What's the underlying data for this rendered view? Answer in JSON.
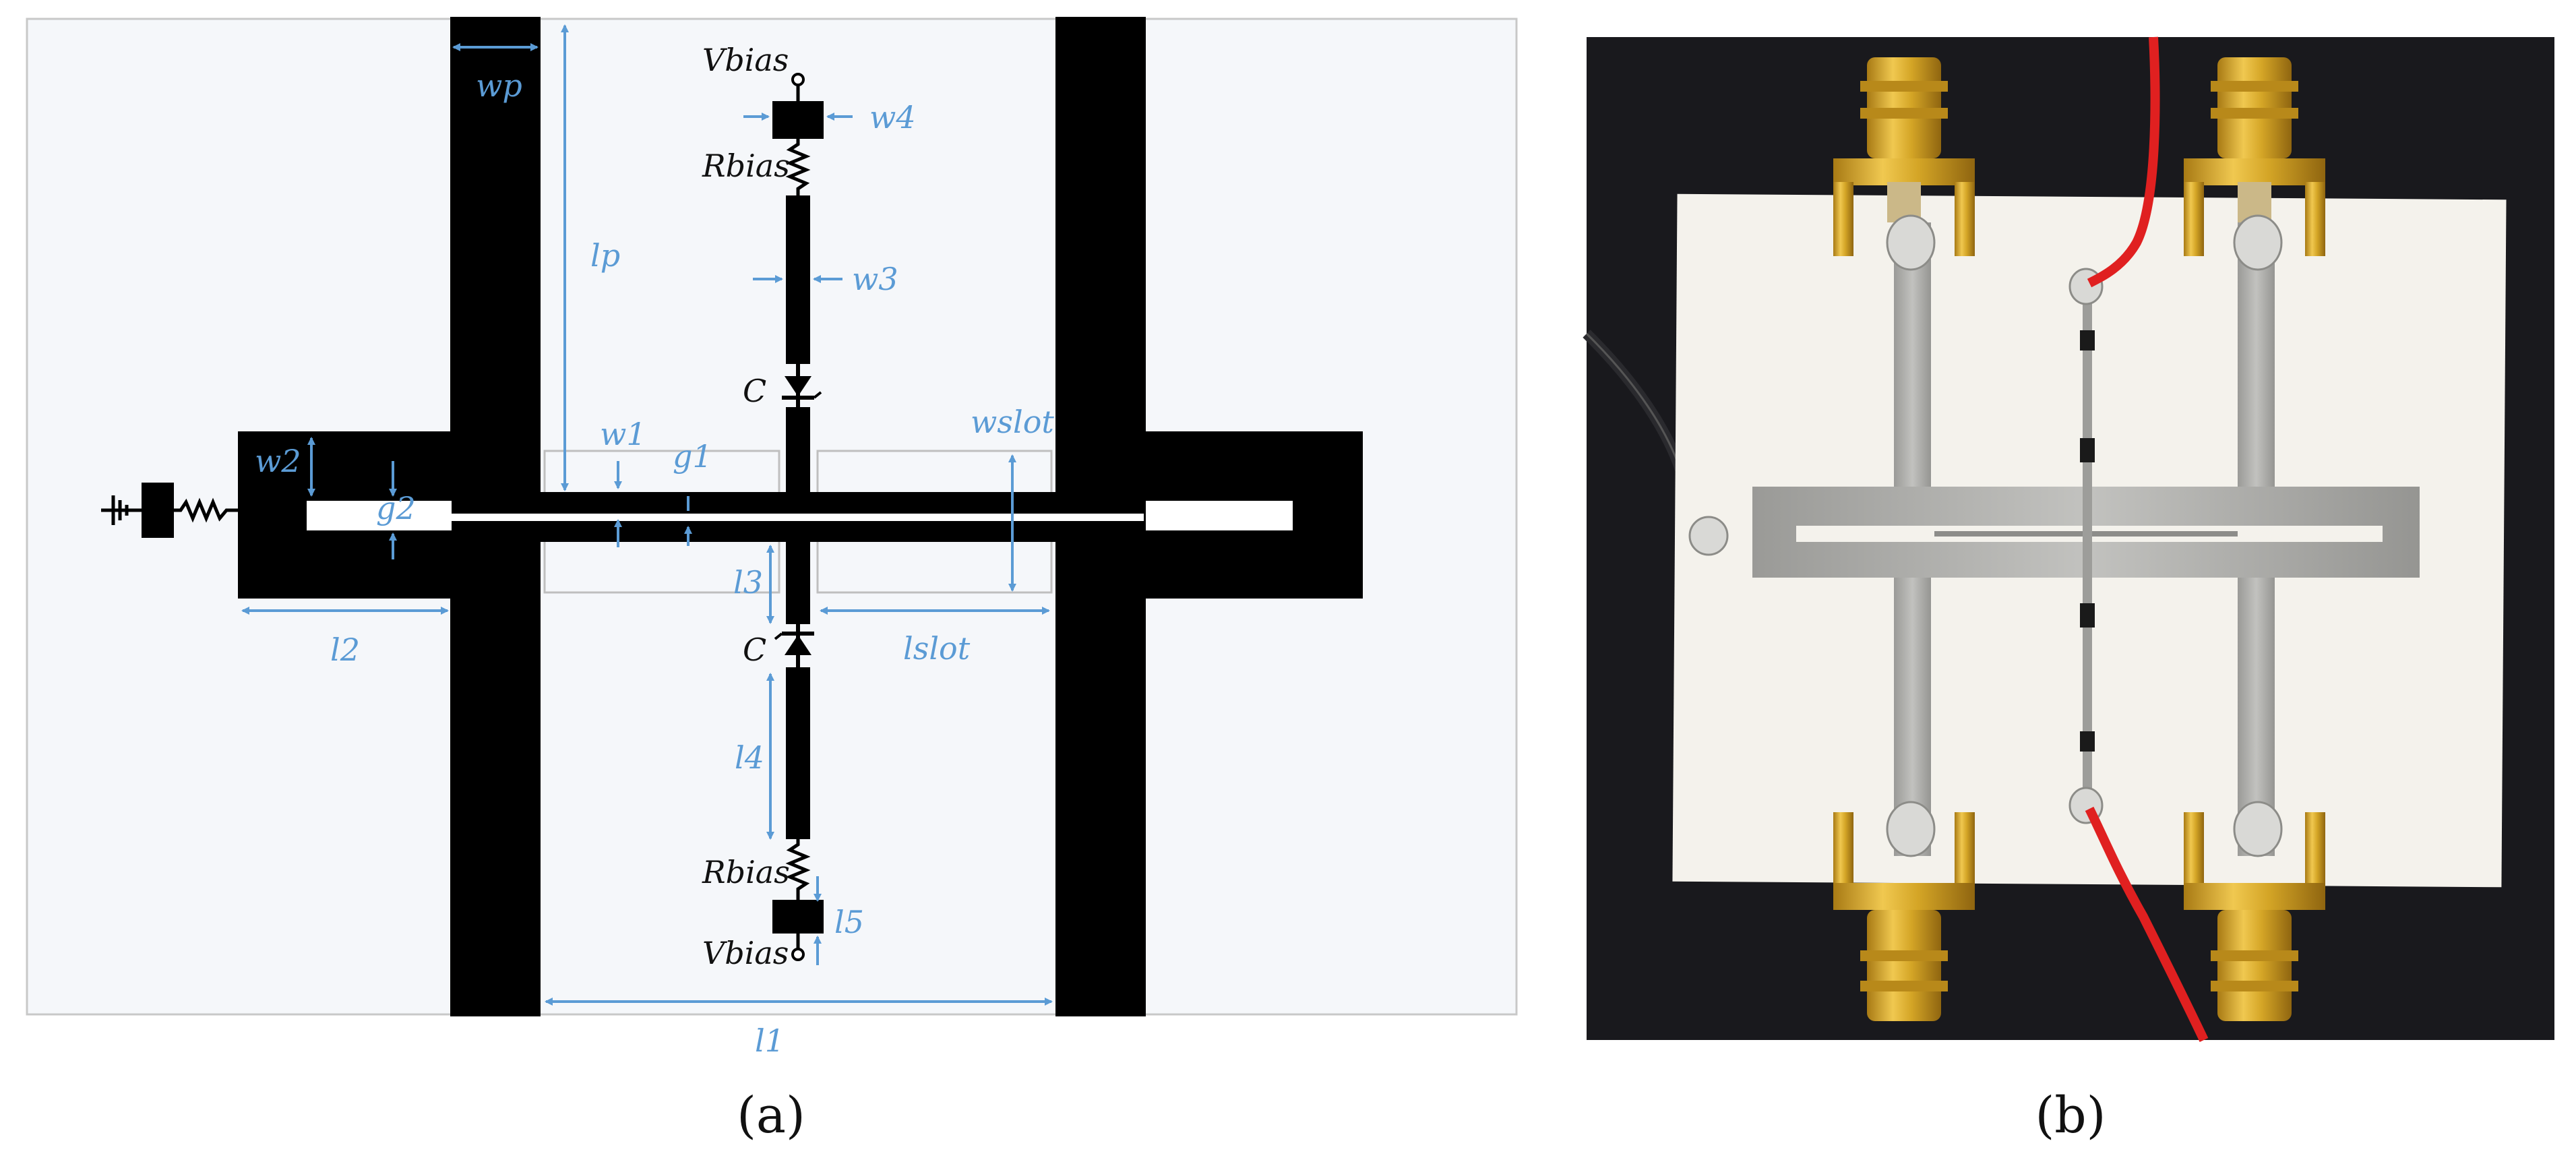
{
  "panel_a": {
    "caption": "(a)",
    "components": {
      "vbias_top": "Vbias",
      "rbias_top": "Rbias",
      "cap_top": "C",
      "cap_bottom": "C",
      "rbias_bottom": "Rbias",
      "vbias_bottom": "Vbias"
    },
    "dimensions": {
      "wp": "wp",
      "lp": "lp",
      "w1": "w1",
      "w2": "w2",
      "w3": "w3",
      "w4": "w4",
      "g1": "g1",
      "g2": "g2",
      "l1": "l1",
      "l2": "l2",
      "l3": "l3",
      "l4": "l4",
      "l5": "l5",
      "wslot": "wslot",
      "lslot": "lslot"
    },
    "colors": {
      "metal": "#000000",
      "substrate": "#f5f7fa",
      "dimension": "#5b9bd5",
      "outline": "#bfbfbf"
    }
  },
  "panel_b": {
    "caption": "(b)",
    "image": "fabricated-prototype-photo",
    "colors": {
      "background": "#16161a",
      "board": "#f4f2ec",
      "trace": "#a9a9a6",
      "connector": "#d4a526",
      "wire": "#e02020"
    }
  }
}
